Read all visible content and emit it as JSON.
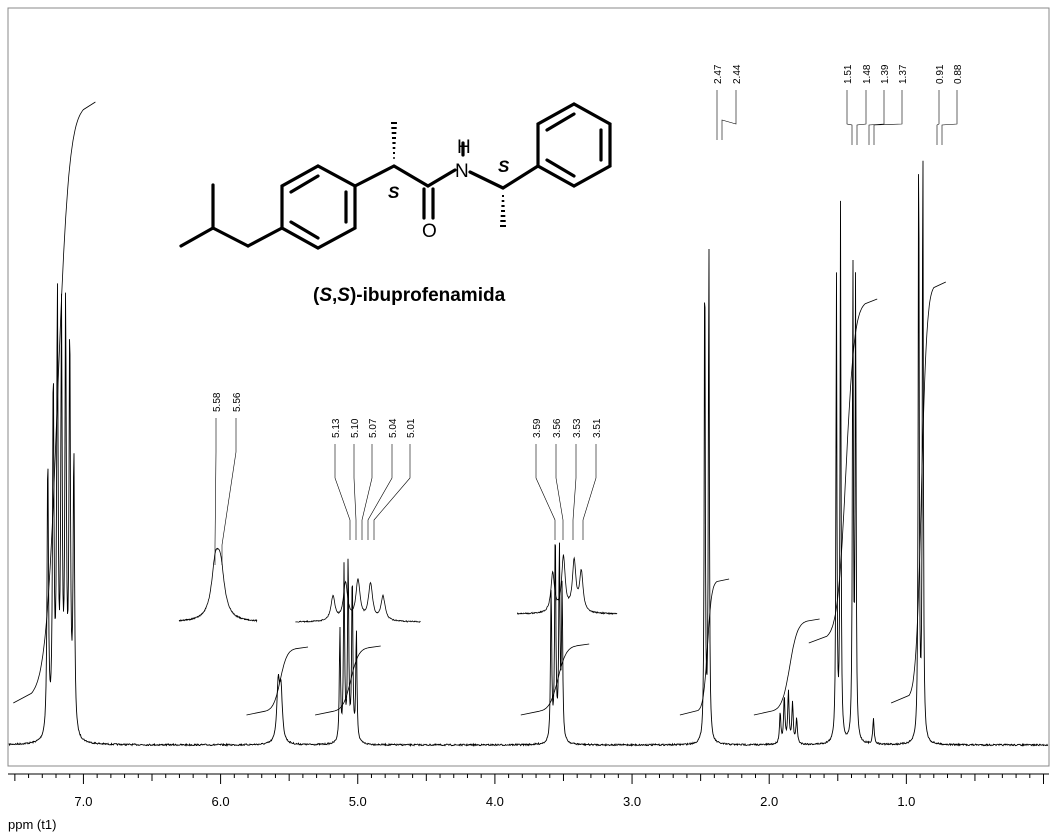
{
  "chart_data": {
    "type": "line",
    "title": "",
    "xlabel": "ppm (t1)",
    "ylabel": "",
    "xlim": [
      7.55,
      -0.04
    ],
    "x_reversed": true,
    "grid": false,
    "xticks_major": [
      7.0,
      6.0,
      5.0,
      4.0,
      3.0,
      2.0,
      1.0
    ],
    "xtick_labels": [
      "7.0",
      "6.0",
      "5.0",
      "4.0",
      "3.0",
      "2.0",
      "1.0"
    ],
    "series": [
      {
        "peaks": [
          {
            "group": "aromatic",
            "ppm": [
              7.26,
              7.22,
              7.19,
              7.16,
              7.13,
              7.1,
              7.07
            ]
          },
          {
            "group": "NH",
            "ppm": [
              5.58,
              5.56
            ]
          },
          {
            "group": "NCH",
            "ppm": [
              5.13,
              5.1,
              5.07,
              5.04,
              5.01
            ]
          },
          {
            "group": "CH",
            "ppm": [
              3.59,
              3.56,
              3.53,
              3.51
            ]
          },
          {
            "group": "CH2",
            "ppm": [
              2.47,
              2.44
            ]
          },
          {
            "group": "CHiso",
            "ppm": [
              1.92,
              1.89,
              1.86,
              1.83,
              1.8
            ]
          },
          {
            "group": "CH3",
            "ppm": [
              1.51,
              1.48,
              1.39,
              1.37
            ]
          },
          {
            "group": "iPrCH3",
            "ppm": [
              0.91,
              0.88
            ]
          }
        ]
      }
    ],
    "peak_labels": [
      {
        "ppm": [
          5.58,
          5.56
        ],
        "labels": [
          "5.58",
          "5.56"
        ]
      },
      {
        "ppm": [
          5.13,
          5.1,
          5.07,
          5.04,
          5.01
        ],
        "labels": [
          "5.13",
          "5.10",
          "5.07",
          "5.04",
          "5.01"
        ]
      },
      {
        "ppm": [
          3.59,
          3.56,
          3.53,
          3.51
        ],
        "labels": [
          "3.59",
          "3.56",
          "3.53",
          "3.51"
        ]
      },
      {
        "ppm": [
          2.47,
          2.44
        ],
        "labels": [
          "2.47",
          "2.44"
        ]
      },
      {
        "ppm": [
          1.51,
          1.48,
          1.39,
          1.37
        ],
        "labels": [
          "1.51",
          "1.48",
          "1.39",
          "1.37"
        ]
      },
      {
        "ppm": [
          0.91,
          0.88
        ],
        "labels": [
          "0.91",
          "0.88"
        ]
      }
    ]
  },
  "molecule": {
    "name_parts": [
      "(",
      "S",
      ",",
      "S",
      ")-ibuprofenamida"
    ],
    "stereo_label_1": "S",
    "stereo_label_2": "S",
    "atom_N": "N",
    "atom_H": "H",
    "atom_O": "O"
  }
}
